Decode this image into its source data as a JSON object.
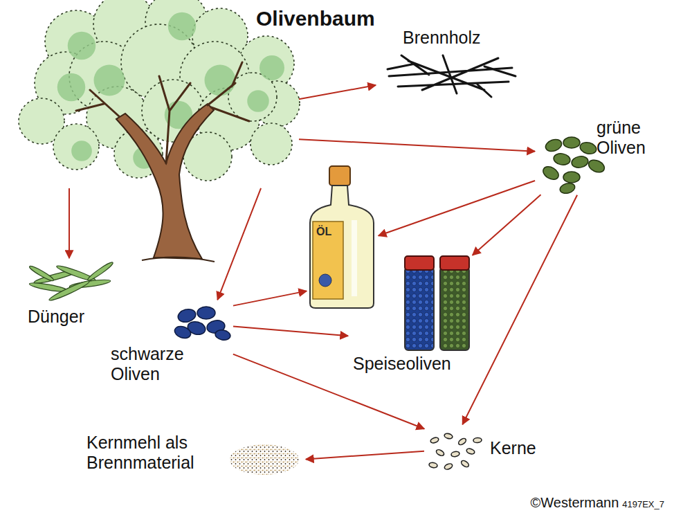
{
  "diagram": {
    "nodes": [
      {
        "text": [
          "Olivenbaum"
        ]
      },
      {
        "text": [
          "Brennholz"
        ]
      },
      {
        "text": [
          "grüne Oliven"
        ]
      },
      {
        "text": [
          "ÖL"
        ]
      },
      {
        "text": [
          "Dünger"
        ]
      },
      {
        "text": [
          "schwarze Oliven"
        ]
      },
      {
        "text": [
          "Speiseoliven"
        ]
      },
      {
        "text": [
          "Kerne"
        ]
      },
      {
        "text": [
          "Kernmehl als Brennmaterial"
        ]
      }
    ],
    "edges": [
      {
        "from": 0,
        "to": 1,
        "arrow": "to"
      },
      {
        "from": 0,
        "to": 2,
        "arrow": "to"
      },
      {
        "from": 0,
        "to": 4,
        "arrow": "to"
      },
      {
        "from": 0,
        "to": 5,
        "arrow": "to"
      },
      {
        "from": 2,
        "to": 3,
        "arrow": "to"
      },
      {
        "from": 2,
        "to": 6,
        "arrow": "to"
      },
      {
        "from": 2,
        "to": 7,
        "arrow": "to"
      },
      {
        "from": 5,
        "to": 3,
        "arrow": "to"
      },
      {
        "from": 5,
        "to": 6,
        "arrow": "to"
      },
      {
        "from": 5,
        "to": 7,
        "arrow": "to"
      },
      {
        "from": 7,
        "to": 8,
        "arrow": "to"
      }
    ],
    "labels": [
      "©Westermann",
      "4197EX_7"
    ]
  }
}
